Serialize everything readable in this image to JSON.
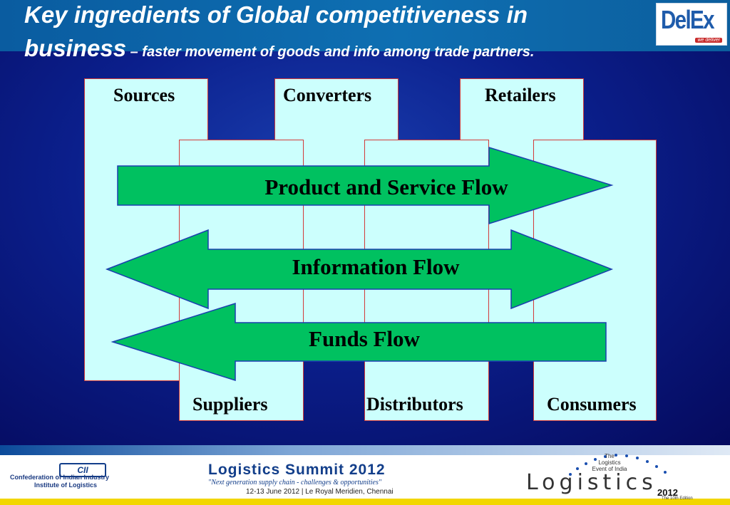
{
  "header": {
    "title_line1": "Key ingredients of Global competitiveness in",
    "title_line2_main": "business",
    "title_line2_sub": " – faster movement of goods and info among trade partners."
  },
  "logo": {
    "word": "DelEx",
    "tagline": "we deliver"
  },
  "diagram": {
    "top_columns": [
      {
        "label": "Sources"
      },
      {
        "label": "Converters"
      },
      {
        "label": "Retailers"
      }
    ],
    "bottom_columns": [
      {
        "label": "Suppliers"
      },
      {
        "label": "Distributors"
      },
      {
        "label": "Consumers"
      }
    ],
    "flows": [
      {
        "label": "Product and Service Flow",
        "direction": "right"
      },
      {
        "label": "Information Flow",
        "direction": "both"
      },
      {
        "label": "Funds Flow",
        "direction": "left"
      }
    ],
    "colors": {
      "column_fill": "#ccfffd",
      "column_border": "#d23a3a",
      "arrow_fill": "#00c160",
      "arrow_border": "#1b3fb0"
    }
  },
  "footer": {
    "cii_logo": "CII",
    "cii_line1": "Confederation of Indian Industry",
    "cii_line2": "Institute of Logistics",
    "summit_title": "Logistics Summit 2012",
    "summit_tagline": "\"Next generation supply chain - challenges & opportunities\"",
    "summit_date": "12-13 June 2012 | Le Royal Meridien, Chennai",
    "event_line1": "The",
    "event_line2": "Logistics",
    "event_line3": "Event of India",
    "event_word": "Logistics",
    "event_year": "2012",
    "event_edition": "The 10th Edition"
  }
}
